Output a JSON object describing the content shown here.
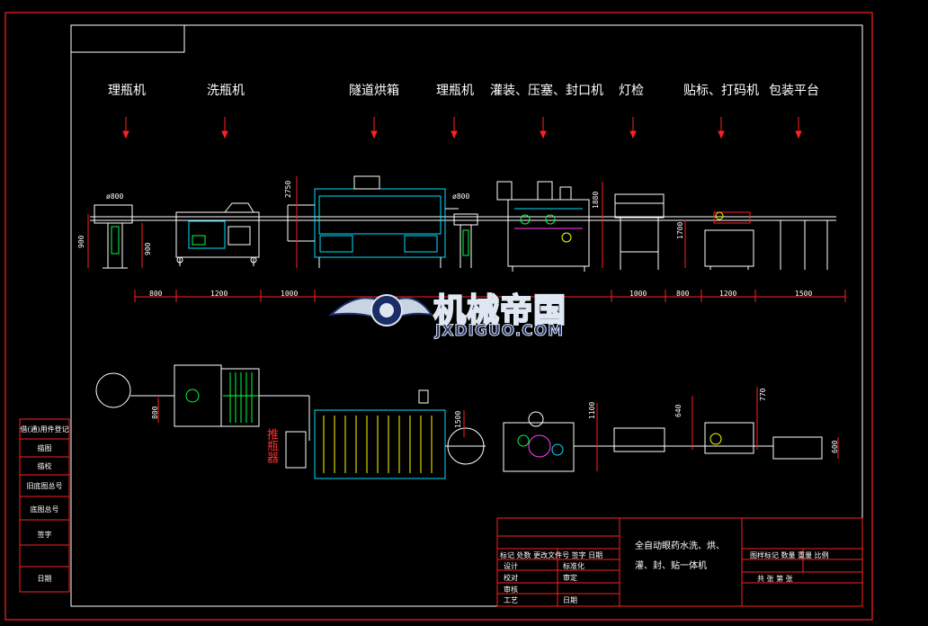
{
  "stations": [
    {
      "label": "理瓶机"
    },
    {
      "label": "洗瓶机"
    },
    {
      "label": "隧道烘箱"
    },
    {
      "label": "理瓶机"
    },
    {
      "label": "灌装、压塞、封口机"
    },
    {
      "label": "灯检"
    },
    {
      "label": "贴标、打码机"
    },
    {
      "label": "包装平台"
    }
  ],
  "dimensions": {
    "bottom": [
      "800",
      "1200",
      "1000",
      "1000",
      "800",
      "1200",
      "1500"
    ],
    "heights": [
      "900",
      "900",
      "2750",
      "1880",
      "1700"
    ],
    "diameters": [
      "ø800",
      "ø800"
    ],
    "plan": [
      "800",
      "1500",
      "1100",
      "640",
      "770",
      "600"
    ]
  },
  "plan_label": "推瓶器",
  "logo": {
    "cn": "机械帝国",
    "en": "JXDIGUO.COM"
  },
  "left_panel": [
    "借(通)用件登记",
    "描图",
    "描校",
    "旧底图总号",
    "底图总号",
    "签字",
    "日期"
  ],
  "title_block": {
    "drawing_title_line1": "全自动眼药水洗、烘、",
    "drawing_title_line2": "灌、封、贴一体机",
    "header_row": "标记 处数  更改文件号  签字  日期",
    "left_rows": [
      "设计",
      "校对",
      "审核",
      "工艺"
    ],
    "mid_rows": [
      "标准化",
      "审定",
      "日期"
    ],
    "right_header": "图样标记   数量  重量  比例",
    "right_footer": "共    张       第    张"
  },
  "colors": {
    "frame": "#ff2020",
    "outline": "#ffffff",
    "machine": "#00e0ff",
    "accent": "#00ff40",
    "highlight": "#ffff00",
    "purple": "#ff40ff"
  }
}
